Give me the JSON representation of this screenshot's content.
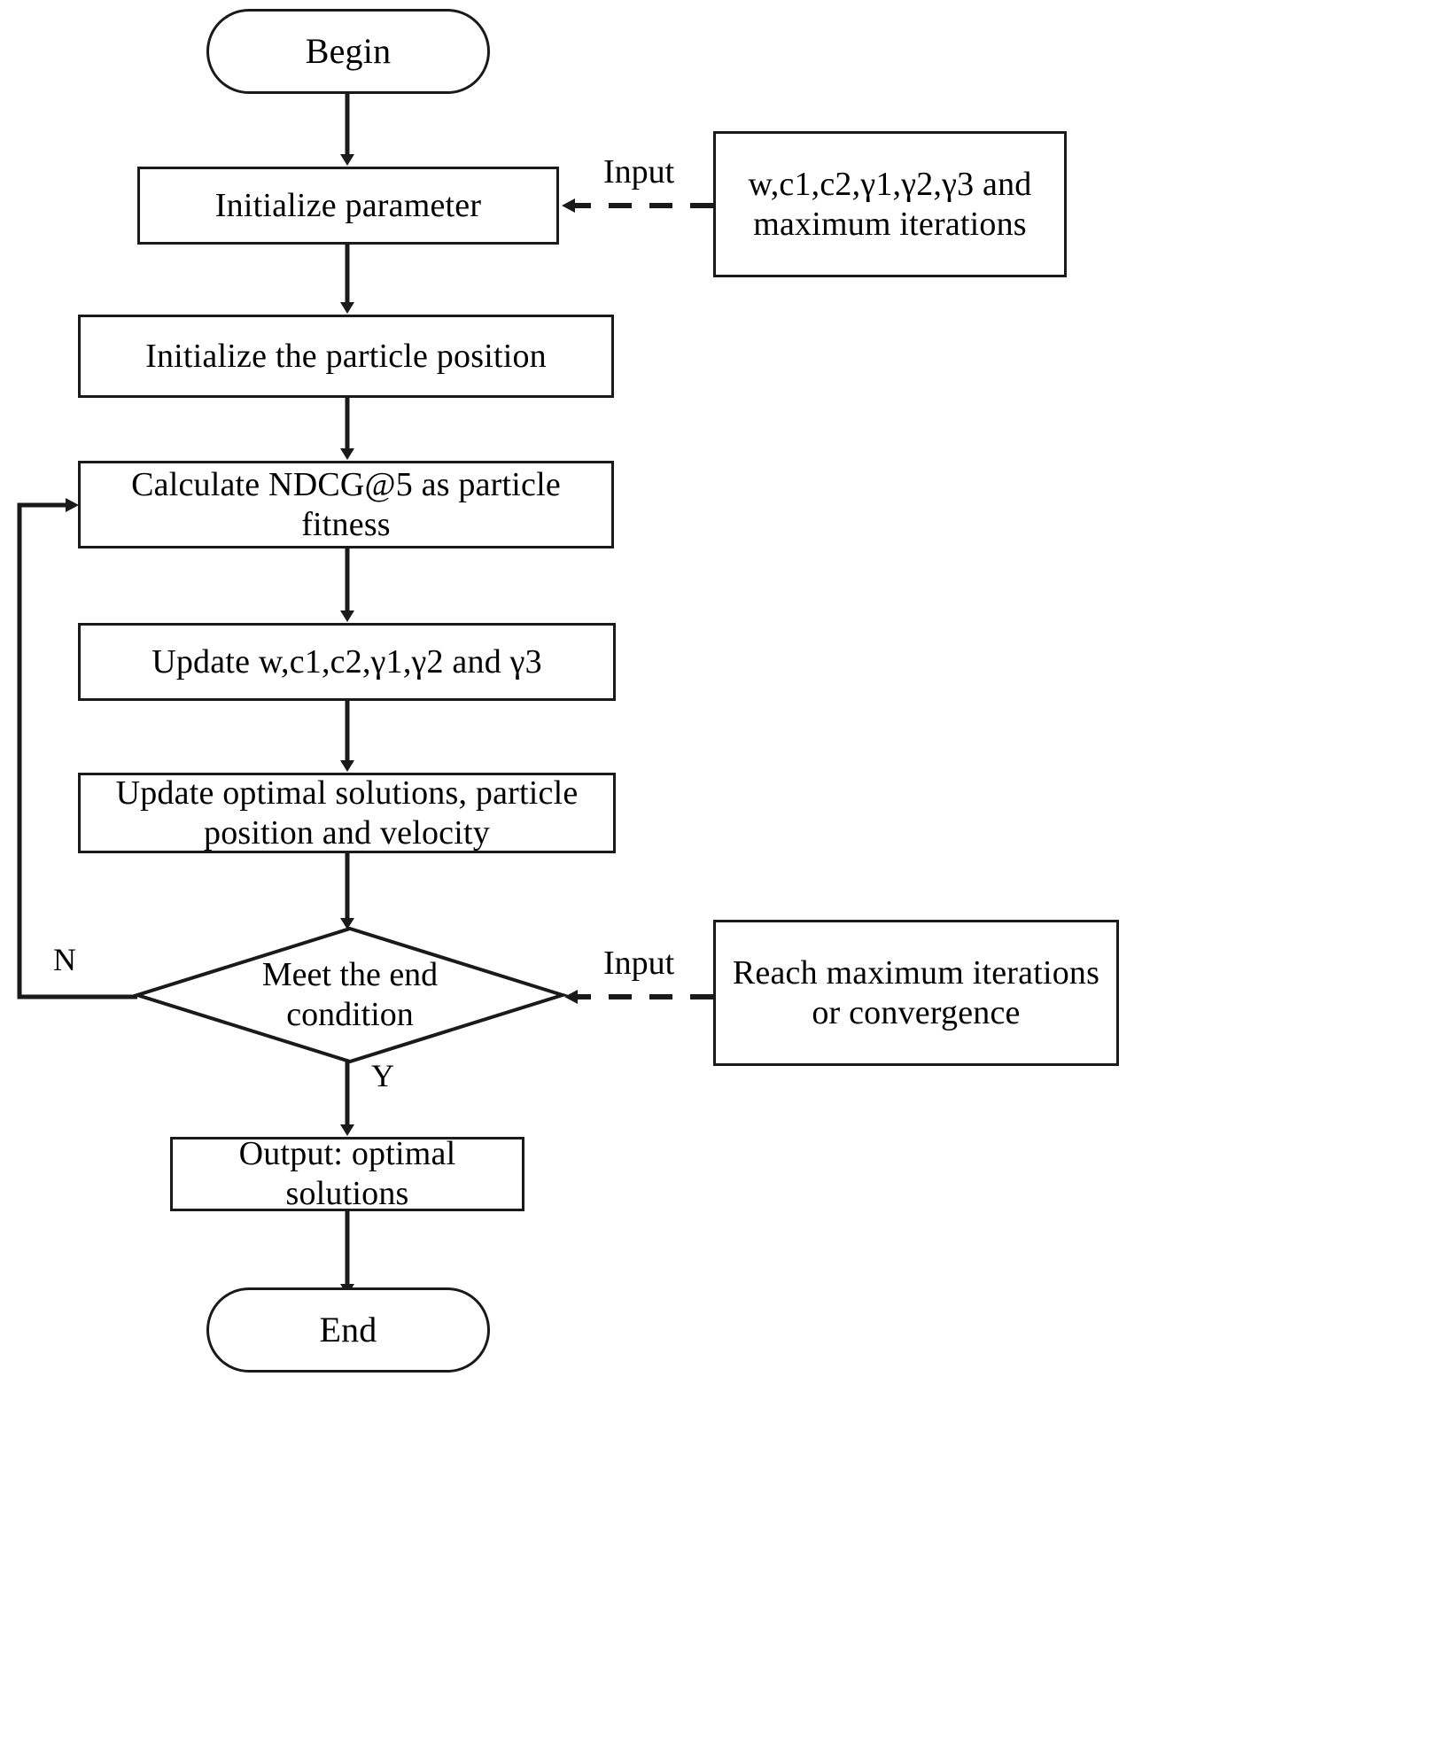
{
  "diagram": {
    "title": "PSO parameter optimization flowchart",
    "type": "flowchart",
    "background_color": "#ffffff",
    "line_color": "#1a1a1a"
  },
  "nodes": {
    "begin": {
      "label": "Begin",
      "shape": "terminator"
    },
    "init_parameter": {
      "label": "Initialize parameter",
      "shape": "process"
    },
    "input_parameters": {
      "label": "w,c1,c2,γ1,γ2,γ3 and\nmaximum iterations",
      "shape": "process"
    },
    "init_particle_position": {
      "label": "Initialize the particle position",
      "shape": "process"
    },
    "calculate_fitness": {
      "label": "Calculate NDCG@5 as particle\nfitness",
      "shape": "process"
    },
    "update_params": {
      "label": "Update w,c1,c2,γ1,γ2 and γ3",
      "shape": "process"
    },
    "update_solutions": {
      "label": "Update optimal solutions, particle\nposition and velocity",
      "shape": "process"
    },
    "end_condition": {
      "label": "Meet the end\ncondition",
      "shape": "decision"
    },
    "input_end_condition": {
      "label": "Reach maximum iterations\nor convergence",
      "shape": "process"
    },
    "output_solutions": {
      "label": "Output: optimal\nsolutions",
      "shape": "process"
    },
    "end": {
      "label": "End",
      "shape": "terminator"
    }
  },
  "edge_labels": {
    "input_top": "Input",
    "input_bottom": "Input",
    "branch_no": "N",
    "branch_yes": "Y"
  }
}
